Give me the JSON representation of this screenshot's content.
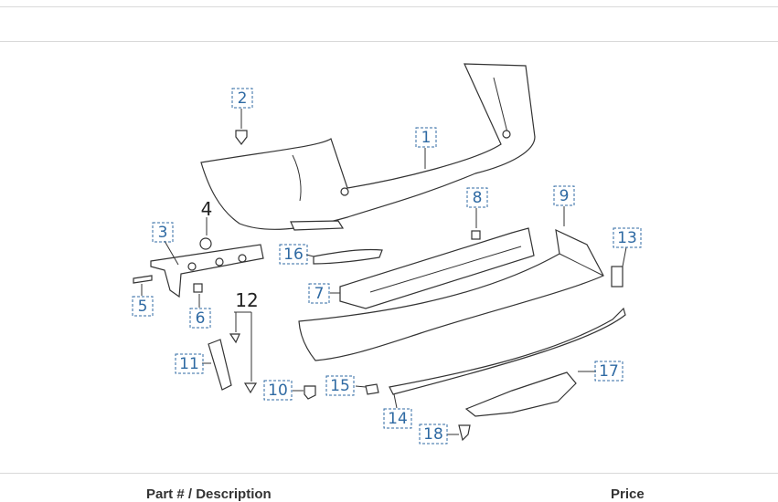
{
  "callouts": [
    "1",
    "2",
    "3",
    "4",
    "5",
    "6",
    "7",
    "8",
    "9",
    "10",
    "11",
    "12",
    "13",
    "14",
    "15",
    "16",
    "17",
    "18"
  ],
  "table_header": {
    "part_label": "Part # / Description",
    "price_label": "Price"
  }
}
